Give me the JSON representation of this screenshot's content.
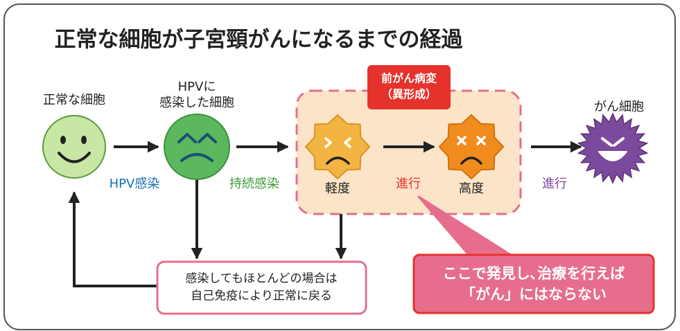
{
  "title": "正常な細胞が子宮頸がんになるまでの経過",
  "stages": {
    "normal": "正常な細胞",
    "hpv_infected_line1": "HPVに",
    "hpv_infected_line2": "感染した細胞",
    "mild": "軽度",
    "severe": "高度",
    "cancer": "がん細胞"
  },
  "premalignant": {
    "line1": "前がん病変",
    "line2": "（異形成）"
  },
  "arrows": {
    "hpv_infection": {
      "label": "HPV感染",
      "color": "#1a6fb5"
    },
    "persistent_infection": {
      "label": "持続感染",
      "color": "#3d9a3d"
    },
    "progression_1": {
      "label": "進行",
      "color": "#e6322d"
    },
    "progression_2": {
      "label": "進行",
      "color": "#7b4a9c"
    }
  },
  "recovery_note": {
    "line1": "感染してもほとんどの場合は",
    "line2": "自己免疫により正常に戻る"
  },
  "early_detection": {
    "line1": "ここで発見し､治療を行えば",
    "line2": "「がん」にはならない"
  },
  "colors": {
    "normal_cell": "#c8e6a4",
    "infected_cell": "#5cb85c",
    "dysplasia_mild": "#f2b544",
    "dysplasia_severe": "#f08c1e",
    "cancer_cell": "#7b4a9c",
    "premalignant_zone": "#fbe4c8",
    "accent_pink": "#e66e8c",
    "accent_red": "#e6322d"
  },
  "icons": {
    "normal": "smiling-face-icon",
    "infected": "frowning-face-icon",
    "mild": "worried-face-icon",
    "severe": "dizzy-face-icon",
    "cancer": "evil-grin-face-icon"
  }
}
